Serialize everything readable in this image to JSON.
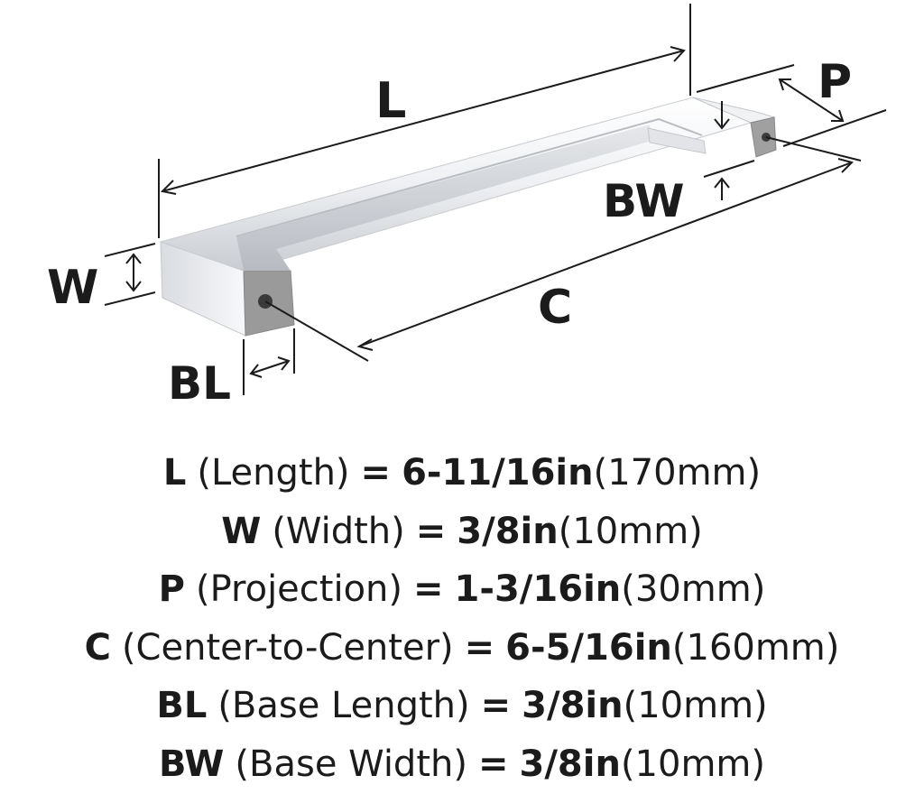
{
  "diagram": {
    "labels": {
      "L": "L",
      "W": "W",
      "P": "P",
      "C": "C",
      "BL": "BL",
      "BW": "BW"
    }
  },
  "specs": [
    {
      "code": "L",
      "name": "(Length)",
      "eq": "=",
      "imperial": "6-11/16in",
      "metric": "(170mm)"
    },
    {
      "code": "W",
      "name": "(Width)",
      "eq": "=",
      "imperial": "3/8in",
      "metric": "(10mm)"
    },
    {
      "code": "P",
      "name": "(Projection)",
      "eq": "=",
      "imperial": "1-3/16in",
      "metric": "(30mm)"
    },
    {
      "code": "C",
      "name": "(Center-to-Center)",
      "eq": "=",
      "imperial": "6-5/16in",
      "metric": "(160mm)"
    },
    {
      "code": "BL",
      "name": "(Base Length)",
      "eq": "=",
      "imperial": "3/8in",
      "metric": "(10mm)"
    },
    {
      "code": "BW",
      "name": "(Base Width)",
      "eq": "=",
      "imperial": "3/8in",
      "metric": "(10mm)"
    }
  ],
  "colors": {
    "ink": "#1b1b1b",
    "chrome_light": "#f4f5f7",
    "chrome_mid": "#d3d6da",
    "chrome_dark": "#8e9196",
    "end_face": "#9b9b9b"
  }
}
